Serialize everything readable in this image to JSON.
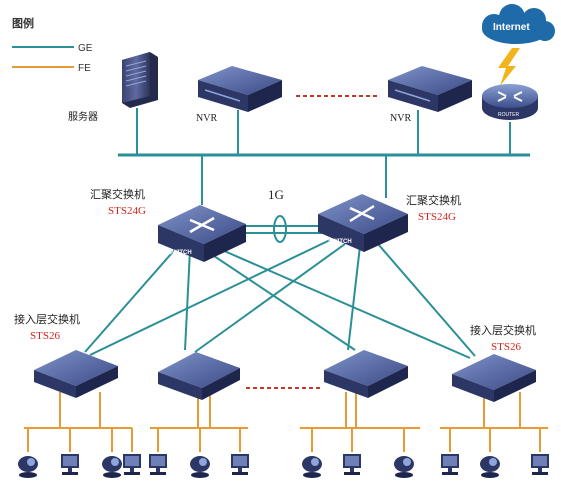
{
  "legend": {
    "title": "图例",
    "items": [
      {
        "label": "GE",
        "color": "#2a8f96"
      },
      {
        "label": "FE",
        "color": "#e89a35"
      }
    ]
  },
  "colors": {
    "ge": "#2a8f96",
    "fe": "#e89a35",
    "bus": "#2a8f96",
    "device_dark": "#2f3a6b",
    "device_light": "#5b6ea8",
    "dots": "#c0392b",
    "label_red": "#d0261d",
    "lightning": "#f1b41a"
  },
  "top_row": {
    "server_label": "服务器",
    "nvr1_label": "NVR",
    "nvr2_label": "NVR",
    "router_label": "ROUTER",
    "internet_label": "Internet"
  },
  "aggregation": {
    "left_title": "汇聚交换机",
    "left_model": "STS24G",
    "right_title": "汇聚交换机",
    "right_model": "STS24G",
    "switch_text": "SWITCH",
    "link_label": "1G"
  },
  "access": {
    "left_title": "接入层交换机",
    "left_model": "STS26",
    "right_title": "接入层交换机",
    "right_model": "STS26"
  }
}
